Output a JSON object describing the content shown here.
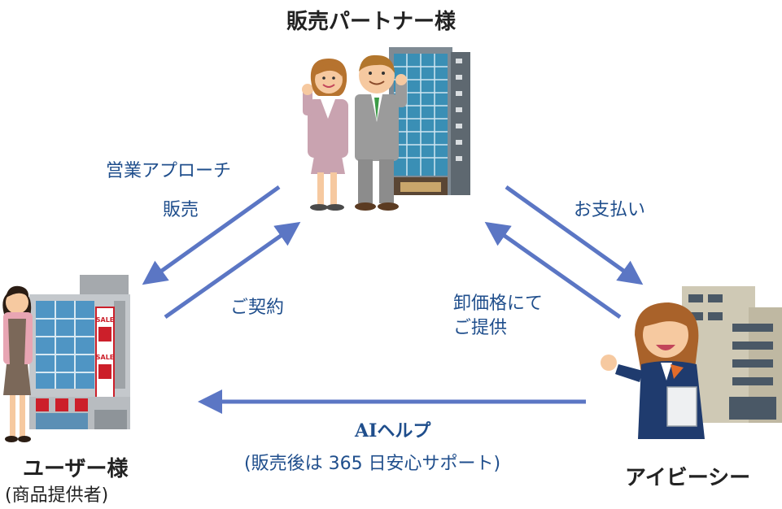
{
  "nodes": {
    "partner": {
      "title": "販売パートナー様"
    },
    "user": {
      "title": "ユーザー様",
      "subtitle": "(商品提供者)"
    },
    "ibc": {
      "title": "アイビーシー"
    }
  },
  "edges": {
    "approach": {
      "line1": "営業アプローチ",
      "line2": "販売"
    },
    "contract": {
      "label": "ご契約"
    },
    "payment": {
      "label": "お支払い"
    },
    "wholesale": {
      "label": "卸価格にて\nご提供"
    },
    "ai_help": {
      "title": "AIヘルプ",
      "subtitle": "(販売後は 365 日安心サポート)"
    }
  },
  "colors": {
    "arrow": "#5b76c4",
    "label": "#1f4e8c",
    "title": "#222222"
  },
  "sign": {
    "text": "SALE"
  }
}
